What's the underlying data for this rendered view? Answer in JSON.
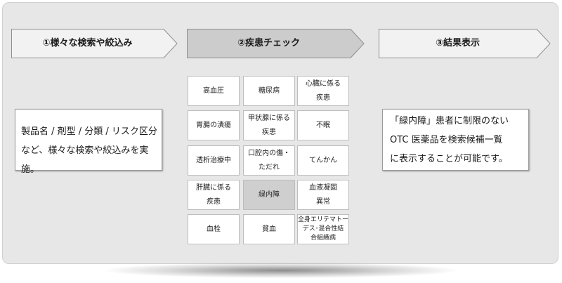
{
  "steps": [
    {
      "label": "①様々な検索や絞込み",
      "fill": "#f2f2f2"
    },
    {
      "label": "②疾患チェック",
      "fill": "#cccccc"
    },
    {
      "label": "③結果表示",
      "fill": "#f2f2f2"
    }
  ],
  "left_text": [
    "製品名 / 剤型 / 分類 / リスク区分",
    "など、様々な検索や絞込みを実施。"
  ],
  "right_text": [
    "「緑内障」患者に制限のない",
    "OTC 医薬品を検索候補一覧",
    "に表示することが可能です。"
  ],
  "diseases": [
    {
      "label": "高血圧"
    },
    {
      "label": "糖尿病"
    },
    {
      "label": "心臓に係る\n疾患"
    },
    {
      "label": "胃腸の潰瘍"
    },
    {
      "label": "甲状腺に係る\n疾患"
    },
    {
      "label": "不眠"
    },
    {
      "label": "透析治療中"
    },
    {
      "label": "口腔内の傷・\nただれ"
    },
    {
      "label": "てんかん"
    },
    {
      "label": "肝臓に係る\n疾患"
    },
    {
      "label": "緑内障",
      "selected": true
    },
    {
      "label": "血液凝固\n異常"
    },
    {
      "label": "血栓"
    },
    {
      "label": "貧血"
    },
    {
      "label": "全身エリテマトー\nデス･混合性結\n合組織病",
      "small": true
    }
  ]
}
